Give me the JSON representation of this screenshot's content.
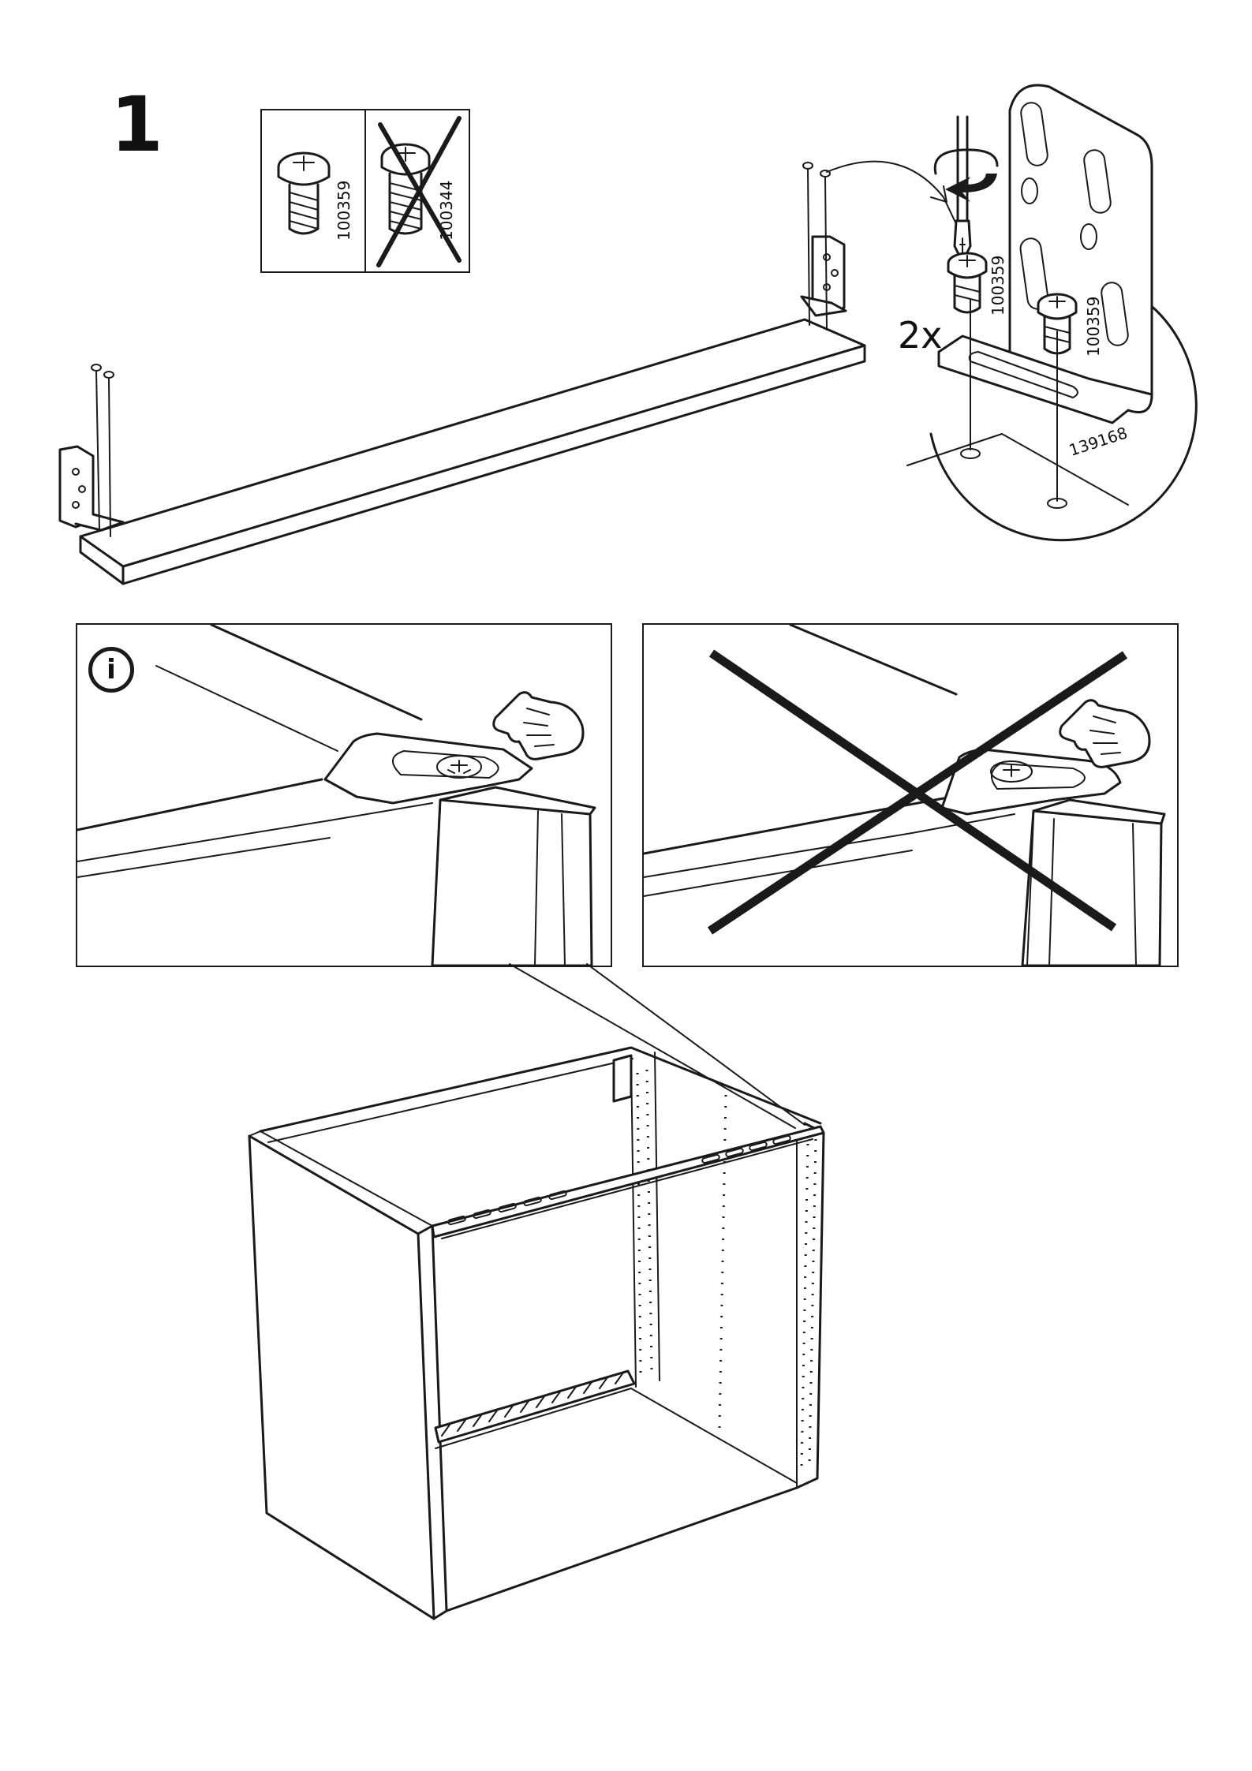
{
  "step": {
    "number": "1"
  },
  "screw_legend": {
    "correct_code": "100359",
    "wrong_code": "100344"
  },
  "detail": {
    "quantity": "2x",
    "screw_code_a": "100359",
    "screw_code_b": "100359",
    "bracket_code": "139168"
  },
  "info_panel": {
    "info_symbol": "i"
  },
  "icons": [
    "info-icon",
    "pointing-hand-icon",
    "screwdriver-icon",
    "rotate-arrow-icon",
    "cross-mark-icon"
  ]
}
